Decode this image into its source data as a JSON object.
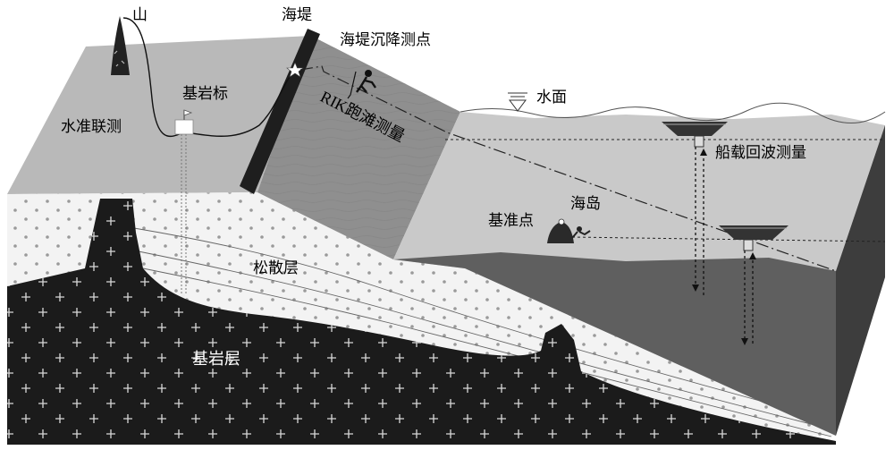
{
  "labels": {
    "mountain": "山",
    "seawall": "海堤",
    "seawall_settlement_point": "海堤沉降测点",
    "bedrock_marker": "基岩标",
    "leveling_survey": "水准联测",
    "rtk_beach_survey": "RIK跑滩测量",
    "water_surface": "水面",
    "shipborne_echo_survey": "船载回波测量",
    "datum_point": "基准点",
    "island": "海岛",
    "loose_layer": "松散层",
    "bedrock_layer": "基岩层"
  },
  "colors": {
    "land_surface": "#b9b9b9",
    "seawall_slope": "#8f8f8f",
    "water_surface": "#c9c9c9",
    "water_body": "#b2b2b2",
    "seabed": "#5f5f5f",
    "bedrock": "#1b1b1b",
    "loose_sediment": "#f3f3f3"
  },
  "icons": [
    "mountain-icon",
    "flag-marker-icon",
    "star-marker-icon",
    "surveyor-icon",
    "water-level-icon",
    "boat-icon",
    "island-icon"
  ]
}
